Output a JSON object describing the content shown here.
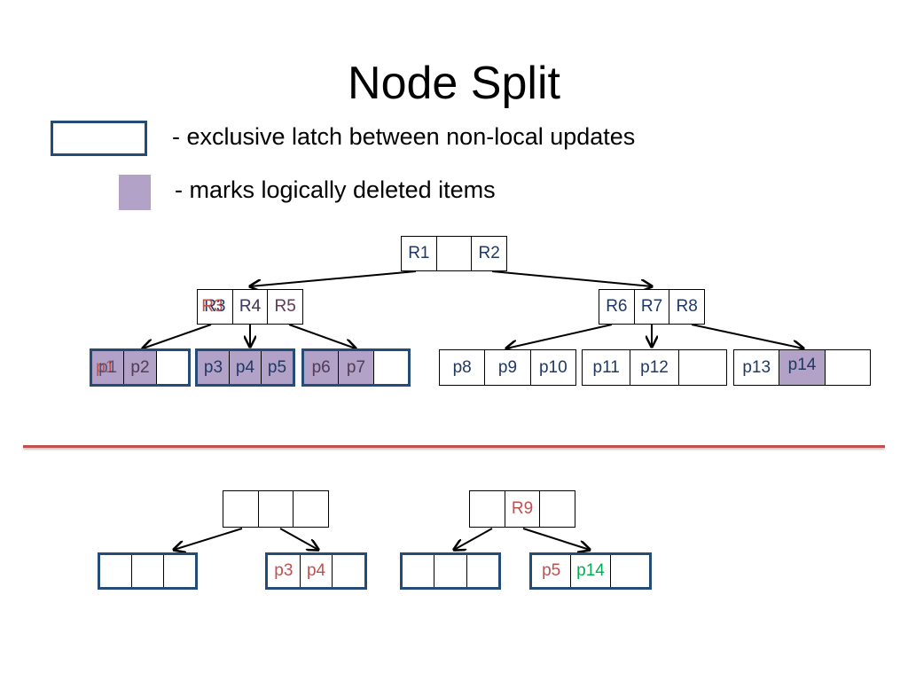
{
  "title": "Node Split",
  "legend": {
    "latch_text": "- exclusive latch between non-local updates",
    "deleted_text": "- marks logically deleted items"
  },
  "colors": {
    "latch_border": "#254b77",
    "deleted_fill": "#b3a2c7",
    "text_blue": "#1f3864",
    "text_red": "#c0504d",
    "text_green": "#00b050",
    "divider": "#c0504d"
  },
  "top": {
    "root": {
      "cells": [
        {
          "text": "R1",
          "color": "blue"
        },
        {
          "text": "",
          "color": "blue"
        },
        {
          "text": "R2",
          "color": "blue"
        }
      ]
    },
    "inner_left": {
      "cells": [
        {
          "text": "R3",
          "ghost": "R3",
          "color": "blue"
        },
        {
          "text": "R4",
          "ghost": "R4",
          "color": "blue"
        },
        {
          "text": "R5",
          "ghost": "R5",
          "color": "blue"
        }
      ]
    },
    "inner_right": {
      "cells": [
        {
          "text": "R6",
          "color": "blue"
        },
        {
          "text": "R7",
          "color": "blue"
        },
        {
          "text": "R8",
          "color": "blue"
        }
      ]
    },
    "leaf1": {
      "cells": [
        {
          "text": "p1",
          "ghost": "p1",
          "color": "blue",
          "deleted": true
        },
        {
          "text": "p2",
          "ghost": "p2",
          "color": "blue",
          "deleted": true
        },
        {
          "text": "",
          "color": "blue"
        }
      ]
    },
    "leaf2": {
      "cells": [
        {
          "text": "p3",
          "color": "blue",
          "deleted": true
        },
        {
          "text": "p4",
          "color": "blue",
          "deleted": true
        },
        {
          "text": "p5",
          "color": "blue",
          "deleted": true
        }
      ]
    },
    "leaf3": {
      "cells": [
        {
          "text": "p6",
          "ghost": "p6",
          "color": "blue",
          "deleted": true
        },
        {
          "text": "p7",
          "ghost": "p7",
          "color": "blue",
          "deleted": true
        },
        {
          "text": "",
          "color": "blue"
        }
      ]
    },
    "leaf4": {
      "cells": [
        {
          "text": "p8",
          "color": "blue"
        },
        {
          "text": "p9",
          "color": "blue"
        },
        {
          "text": "p10",
          "color": "blue"
        }
      ]
    },
    "leaf5": {
      "cells": [
        {
          "text": "p11",
          "color": "blue"
        },
        {
          "text": "p12",
          "color": "blue"
        },
        {
          "text": "",
          "color": "blue"
        }
      ]
    },
    "leaf6": {
      "cells": [
        {
          "text": "p13",
          "color": "blue"
        },
        {
          "text": "p14",
          "color": "blue",
          "deleted": true
        },
        {
          "text": "",
          "color": "blue"
        }
      ]
    }
  },
  "bottom": {
    "parent_left": {
      "cells": [
        {
          "text": ""
        },
        {
          "text": ""
        },
        {
          "text": ""
        }
      ]
    },
    "parent_right": {
      "cells": [
        {
          "text": ""
        },
        {
          "text": "R9",
          "color": "red"
        },
        {
          "text": ""
        }
      ]
    },
    "leaf_a": {
      "cells": [
        {
          "text": ""
        },
        {
          "text": ""
        },
        {
          "text": ""
        }
      ]
    },
    "leaf_b": {
      "cells": [
        {
          "text": "p3",
          "color": "red"
        },
        {
          "text": "p4",
          "color": "red"
        },
        {
          "text": ""
        }
      ]
    },
    "leaf_c": {
      "cells": [
        {
          "text": ""
        },
        {
          "text": ""
        },
        {
          "text": ""
        }
      ]
    },
    "leaf_d": {
      "cells": [
        {
          "text": "p5",
          "color": "red"
        },
        {
          "text": "p14",
          "color": "green"
        },
        {
          "text": ""
        }
      ]
    }
  }
}
